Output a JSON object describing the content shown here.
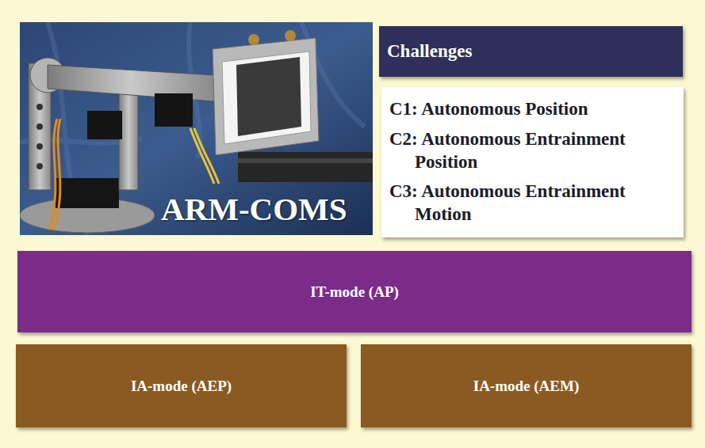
{
  "diagram": {
    "nodes": [
      {
        "text": [
          "Challenges"
        ]
      },
      {
        "text": [
          "C1: Autonomous Position",
          "C2: Autonomous Entrainment Position",
          "C3: Autonomous Entrainment Motion"
        ]
      },
      {
        "text": [
          "IT-mode (AP)"
        ]
      },
      {
        "text": [
          "IA-mode (AEP)"
        ]
      },
      {
        "text": [
          "IA-mode (AEM)"
        ]
      }
    ],
    "labels": [
      "ARM-COMS"
    ]
  }
}
